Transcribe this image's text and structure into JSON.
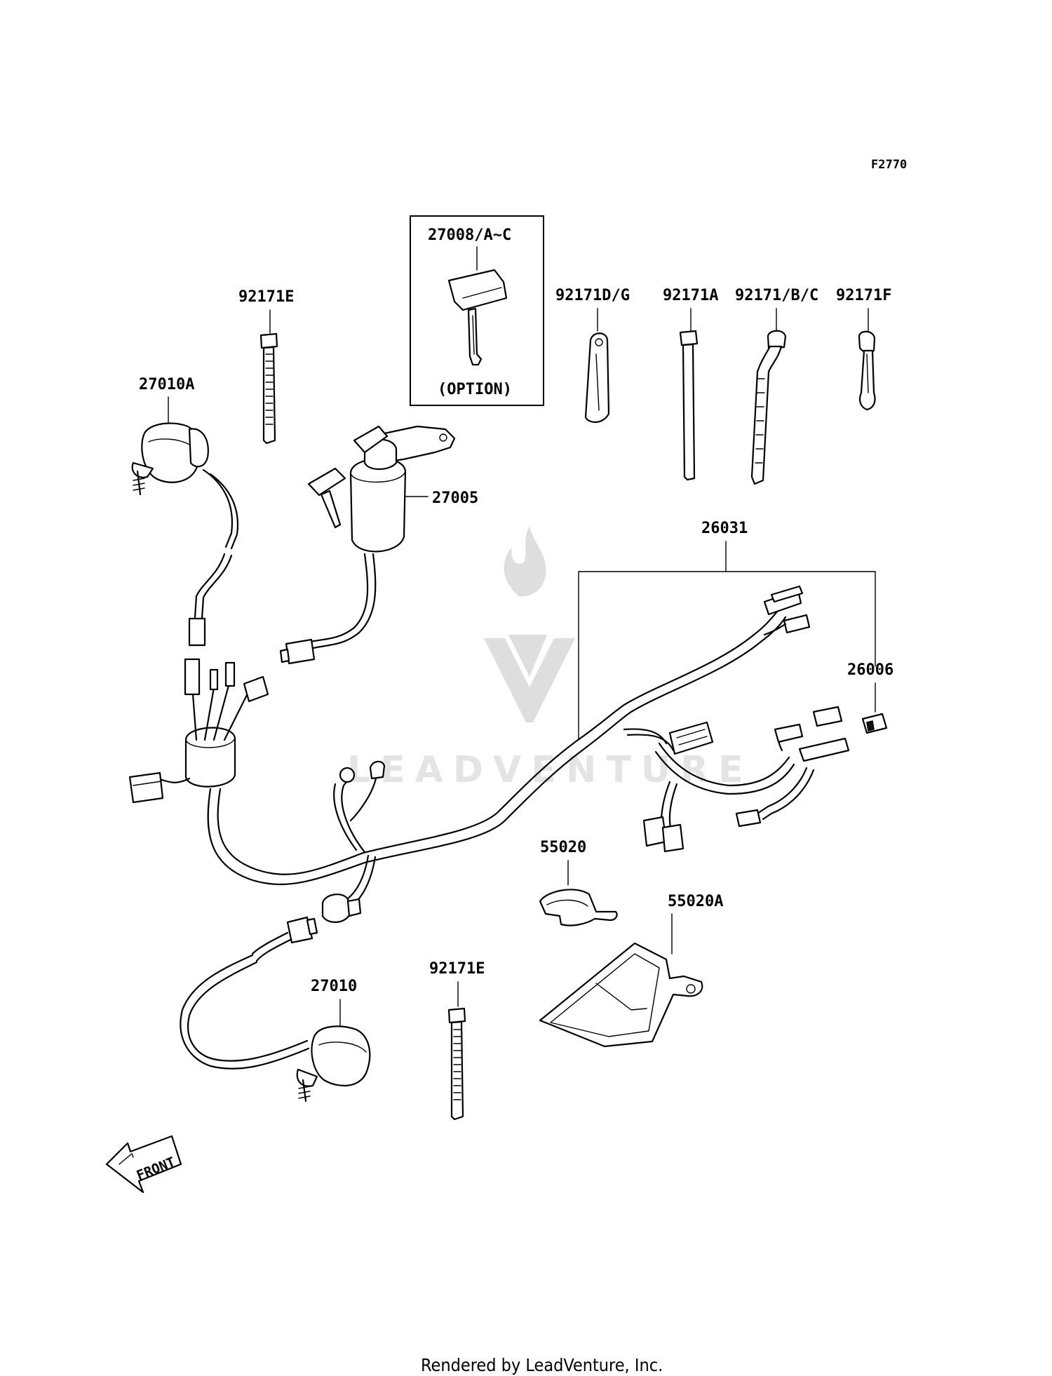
{
  "figure_code": "F2770",
  "watermark": "LEADVENTURE",
  "footer": "Rendered by LeadVenture, Inc.",
  "front_label": "FRONT",
  "option_box": {
    "part": "27008/A~C",
    "caption": "(OPTION)"
  },
  "parts": {
    "p92171E_top": "92171E",
    "p27010A": "27010A",
    "p27005": "27005",
    "p92171DG": "92171D/G",
    "p92171A": "92171A",
    "p92171BC": "92171/B/C",
    "p92171F": "92171F",
    "p26031": "26031",
    "p26006": "26006",
    "p55020": "55020",
    "p55020A": "55020A",
    "p92171E_bottom": "92171E",
    "p27010": "27010"
  }
}
